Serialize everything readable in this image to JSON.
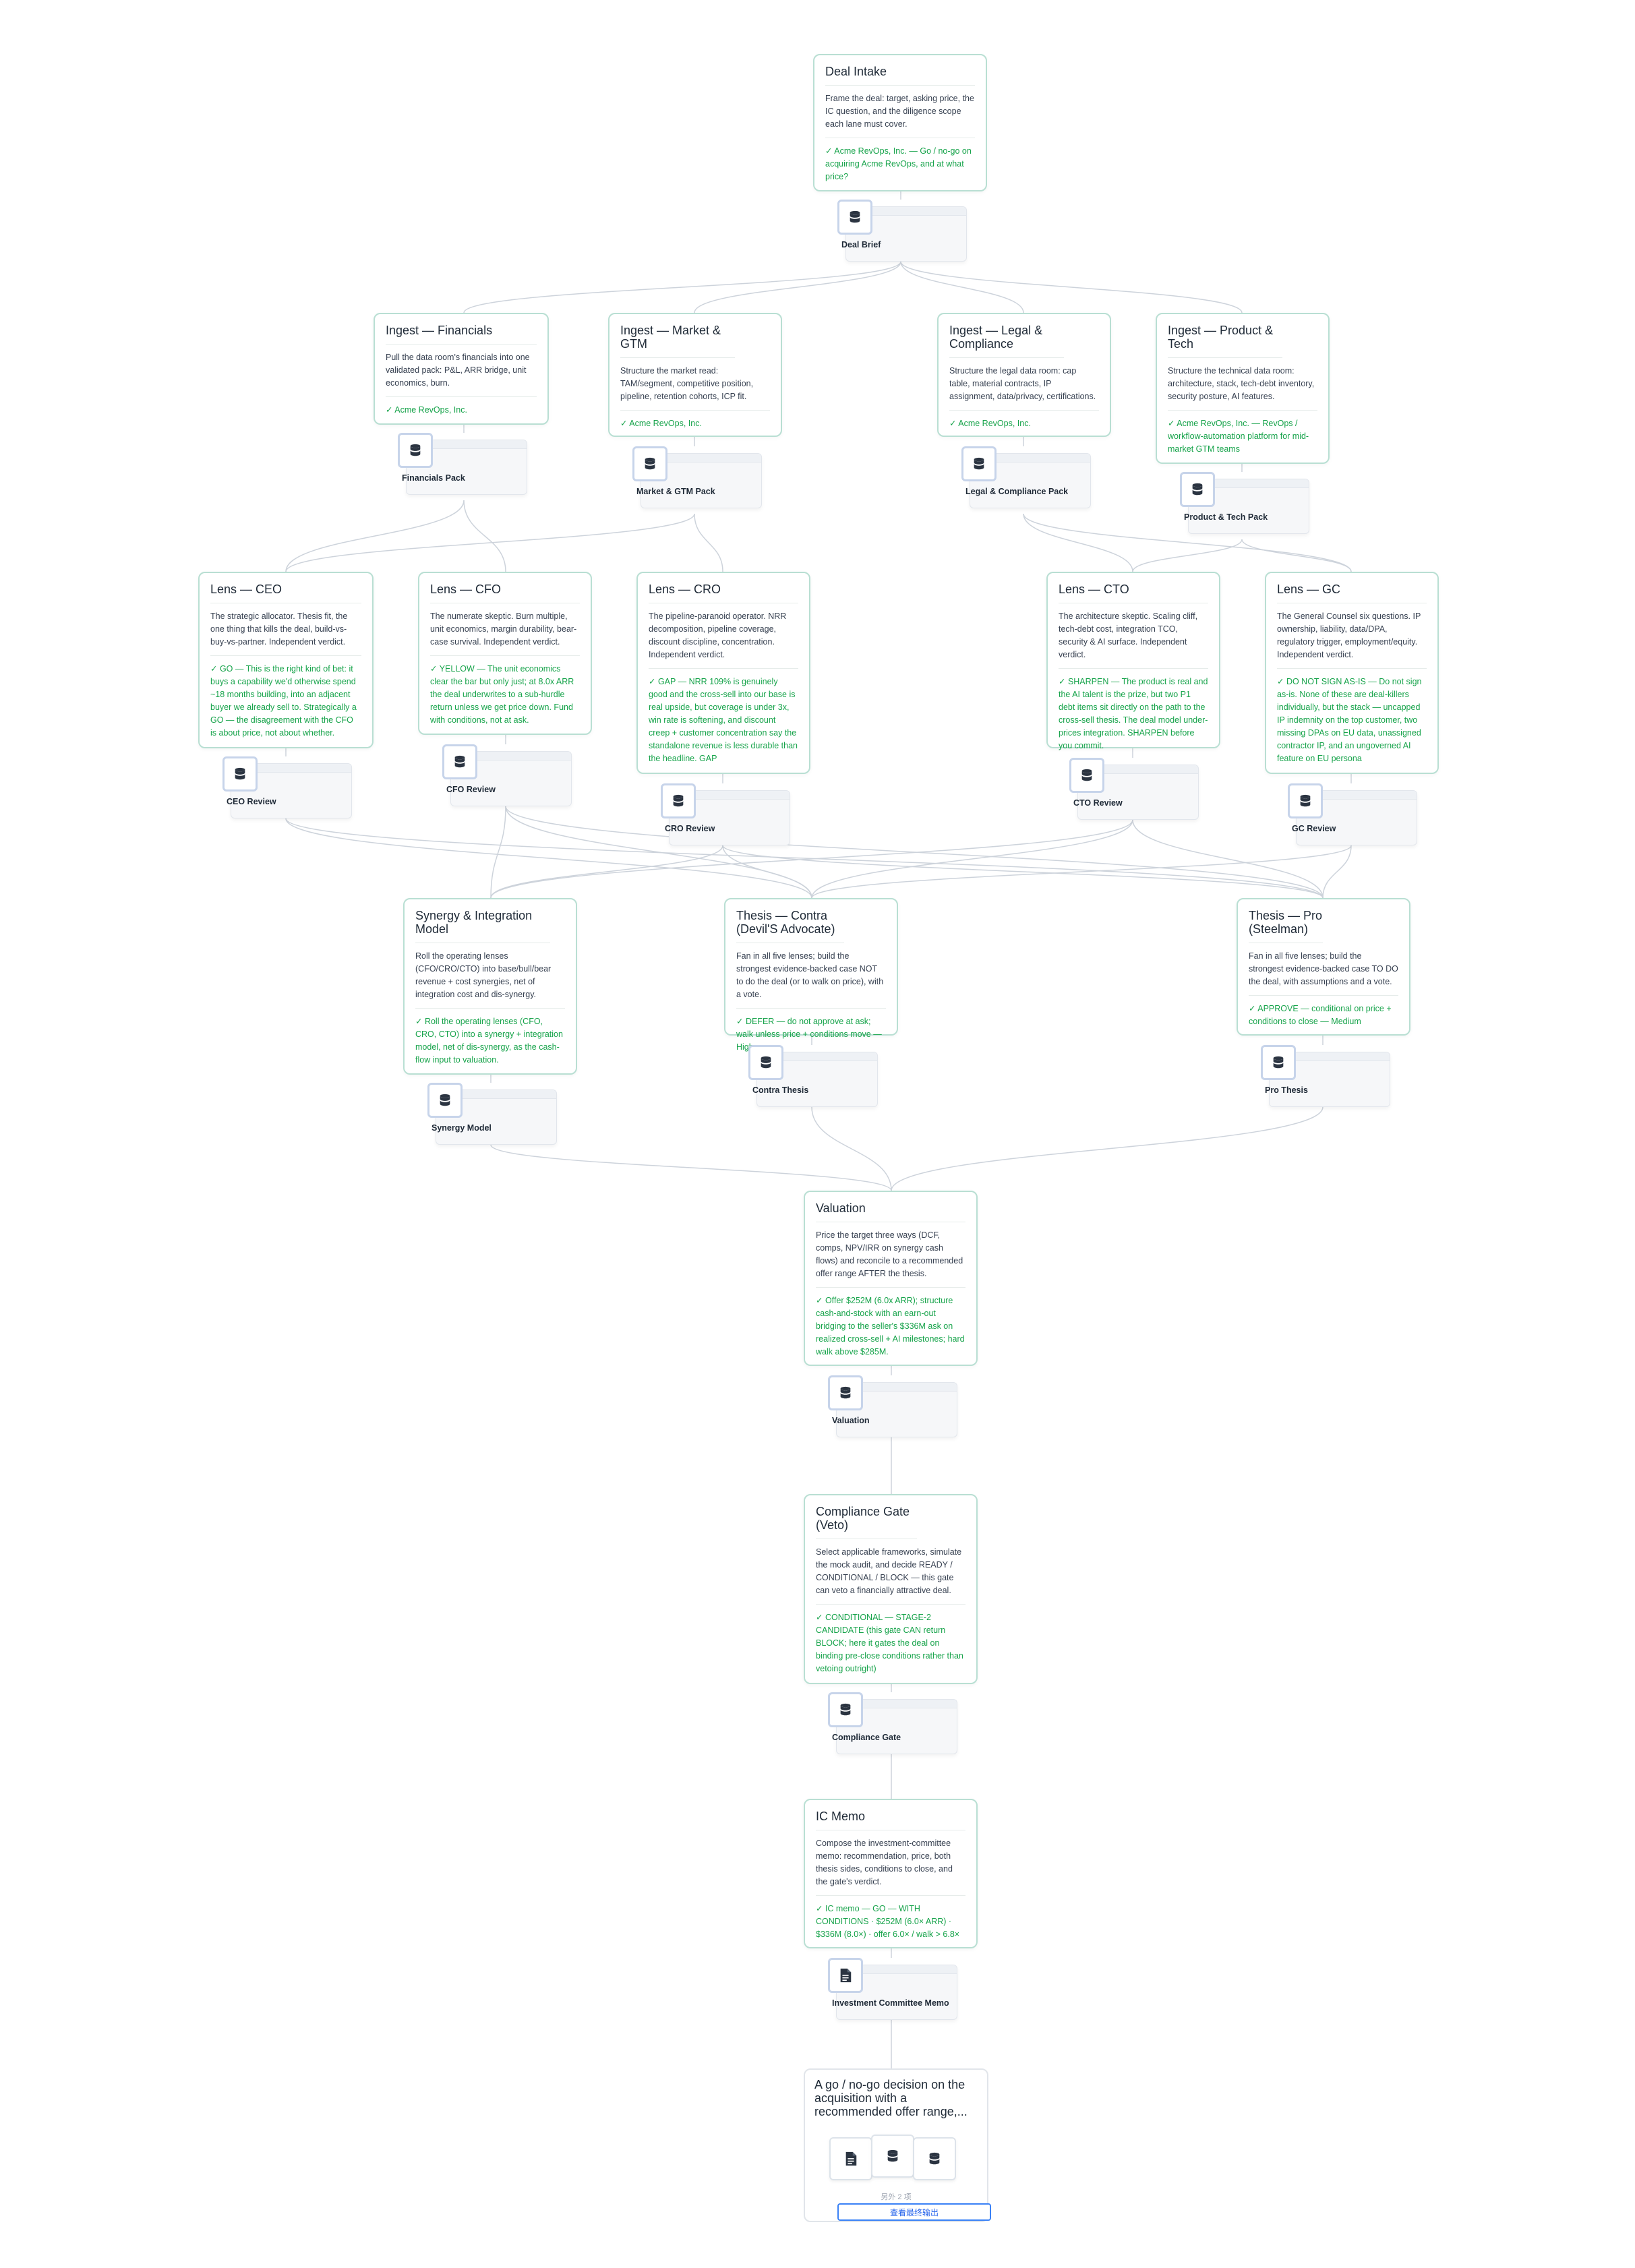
{
  "nodes": {
    "deal_intake": {
      "title": "Deal Intake",
      "desc": "Frame the deal: target, asking price, the IC question, and the diligence scope each lane must cover.",
      "result": "✓ Acme RevOps, Inc. — Go / no-go on acquiring Acme RevOps, and at what price?"
    },
    "ingest_fin": {
      "title": "Ingest — Financials",
      "desc": "Pull the data room's financials into one validated pack: P&L, ARR bridge, unit economics, burn.",
      "result": "✓ Acme RevOps, Inc."
    },
    "ingest_mkt": {
      "title": "Ingest — Market & GTM",
      "desc": "Structure the market read: TAM/segment, competitive position, pipeline, retention cohorts, ICP fit.",
      "result": "✓ Acme RevOps, Inc."
    },
    "ingest_legal": {
      "title": "Ingest — Legal & Compliance",
      "desc": "Structure the legal data room: cap table, material contracts, IP assignment, data/privacy, certifications.",
      "result": "✓ Acme RevOps, Inc."
    },
    "ingest_prod": {
      "title": "Ingest — Product & Tech",
      "desc": "Structure the technical data room: architecture, stack, tech-debt inventory, security posture, AI features.",
      "result": "✓ Acme RevOps, Inc. — RevOps / workflow-automation platform for mid-market GTM teams"
    },
    "lens_ceo": {
      "title": "Lens — CEO",
      "desc": "The strategic allocator. Thesis fit, the one thing that kills the deal, build-vs-buy-vs-partner. Independent verdict.",
      "result": "✓ GO — This is the right kind of bet: it buys a capability we'd otherwise spend ~18 months building, into an adjacent buyer we already sell to. Strategically a GO — the disagreement with the CFO is about price, not about whether."
    },
    "lens_cfo": {
      "title": "Lens — CFO",
      "desc": "The numerate skeptic. Burn multiple, unit economics, margin durability, bear-case survival. Independent verdict.",
      "result": "✓ YELLOW — The unit economics clear the bar but only just; at 8.0x ARR the deal underwrites to a sub-hurdle return unless we get price down. Fund with conditions, not at ask."
    },
    "lens_cro": {
      "title": "Lens — CRO",
      "desc": "The pipeline-paranoid operator. NRR decomposition, pipeline coverage, discount discipline, concentration. Independent verdict.",
      "result": "✓ GAP — NRR 109% is genuinely good and the cross-sell into our base is real upside, but coverage is under 3x, win rate is softening, and discount creep + customer concentration say the standalone revenue is less durable than the headline. GAP"
    },
    "lens_cto": {
      "title": "Lens — CTO",
      "desc": "The architecture skeptic. Scaling cliff, tech-debt cost, integration TCO, security & AI surface. Independent verdict.",
      "result": "✓ SHARPEN — The product is real and the AI talent is the prize, but two P1 debt items sit directly on the path to the cross-sell thesis. The deal model under-prices integration. SHARPEN before you commit."
    },
    "lens_gc": {
      "title": "Lens — GC",
      "desc": "The General Counsel six questions. IP ownership, liability, data/DPA, regulatory trigger, employment/equity. Independent verdict.",
      "result": "✓ DO NOT SIGN AS-IS — Do not sign as-is. None of these are deal-killers individually, but the stack — uncapped IP indemnity on the top customer, two missing DPAs on EU data, unassigned contractor IP, and an ungoverned AI feature on EU persona"
    },
    "synergy": {
      "title": "Synergy & Integration Model",
      "desc": "Roll the operating lenses (CFO/CRO/CTO) into base/bull/bear revenue + cost synergies, net of integration cost and dis-synergy.",
      "result": "✓ Roll the operating lenses (CFO, CRO, CTO) into a synergy + integration model, net of dis-synergy, as the cash-flow input to valuation."
    },
    "thesis_contra": {
      "title": "Thesis — Contra (Devil'S Advocate)",
      "desc": "Fan in all five lenses; build the strongest evidence-backed case NOT to do the deal (or to walk on price), with a vote.",
      "result": "✓ DEFER — do not approve at ask; walk unless price + conditions move — High"
    },
    "thesis_pro": {
      "title": "Thesis — Pro (Steelman)",
      "desc": "Fan in all five lenses; build the strongest evidence-backed case TO DO the deal, with assumptions and a vote.",
      "result": "✓ APPROVE — conditional on price + conditions to close — Medium"
    },
    "valuation": {
      "title": "Valuation",
      "desc": "Price the target three ways (DCF, comps, NPV/IRR on synergy cash flows) and reconcile to a recommended offer range AFTER the thesis.",
      "result": "✓ Offer $252M (6.0x ARR); structure cash-and-stock with an earn-out bridging to the seller's $336M ask on realized cross-sell + AI milestones; hard walk above $285M."
    },
    "compliance": {
      "title": "Compliance Gate (Veto)",
      "desc": "Select applicable frameworks, simulate the mock audit, and decide READY / CONDITIONAL / BLOCK — this gate can veto a financially attractive deal.",
      "result": "✓ CONDITIONAL — STAGE-2 CANDIDATE (this gate CAN return BLOCK; here it gates the deal on binding pre-close conditions rather than vetoing outright)"
    },
    "ic_memo": {
      "title": "IC Memo",
      "desc": "Compose the investment-committee memo: recommendation, price, both thesis sides, conditions to close, and the gate's verdict.",
      "result": "✓ IC memo — GO — WITH CONDITIONS · $252M (6.0× ARR) · $336M (8.0×) · offer 6.0× / walk > 6.8×"
    }
  },
  "artifacts": {
    "deal_brief": {
      "label": "Deal Brief",
      "icon": "database-icon"
    },
    "fin_pack": {
      "label": "Financials Pack",
      "icon": "database-icon"
    },
    "mkt_pack": {
      "label": "Market & GTM Pack",
      "icon": "database-icon"
    },
    "legal_pack": {
      "label": "Legal & Compliance Pack",
      "icon": "database-icon"
    },
    "prod_pack": {
      "label": "Product & Tech Pack",
      "icon": "database-icon"
    },
    "ceo_review": {
      "label": "CEO Review",
      "icon": "database-icon"
    },
    "cfo_review": {
      "label": "CFO Review",
      "icon": "database-icon"
    },
    "cro_review": {
      "label": "CRO Review",
      "icon": "database-icon"
    },
    "cto_review": {
      "label": "CTO Review",
      "icon": "database-icon"
    },
    "gc_review": {
      "label": "GC Review",
      "icon": "database-icon"
    },
    "synergy_model": {
      "label": "Synergy Model",
      "icon": "database-icon"
    },
    "contra_thesis": {
      "label": "Contra Thesis",
      "icon": "database-icon"
    },
    "pro_thesis": {
      "label": "Pro Thesis",
      "icon": "database-icon"
    },
    "valuation_art": {
      "label": "Valuation",
      "icon": "database-icon"
    },
    "compliance_art": {
      "label": "Compliance Gate",
      "icon": "database-icon"
    },
    "ic_memo_art": {
      "label": "Investment Committee Memo",
      "icon": "document-icon"
    }
  },
  "final_output": {
    "title": "A go / no-go decision on the acquisition with a recommended offer range,...",
    "more_text": "另外 2 项",
    "view_button": "查看最终输出"
  },
  "colors": {
    "node_border": "#b9dfd3",
    "result_text": "#16a34a",
    "tile_border": "#c7d4ea",
    "button": "#3b82f6",
    "edge": "#cdd3db"
  }
}
